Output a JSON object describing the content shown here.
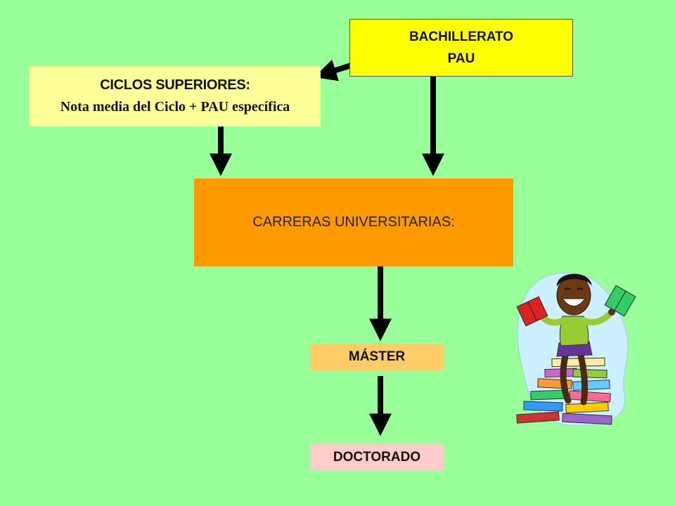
{
  "nodes": {
    "bachillerato": {
      "line1": "BACHILLERATO",
      "line2": "PAU"
    },
    "ciclos": {
      "title": "CICLOS SUPERIORES:",
      "subtitle": "Nota media del Ciclo + PAU específica"
    },
    "carreras": {
      "label": "CARRERAS UNIVERSITARIAS:"
    },
    "master": {
      "label": "MÁSTER"
    },
    "doctorado": {
      "label": "DOCTORADO"
    }
  },
  "colors": {
    "background": "#99ff99",
    "bachillerato": "#ffff00",
    "ciclos": "#ffff99",
    "carreras": "#ff9900",
    "master": "#ffcc66",
    "doctorado": "#ffcccc",
    "arrows": "#000000"
  },
  "clipart": "woman-sitting-on-books-illustration"
}
